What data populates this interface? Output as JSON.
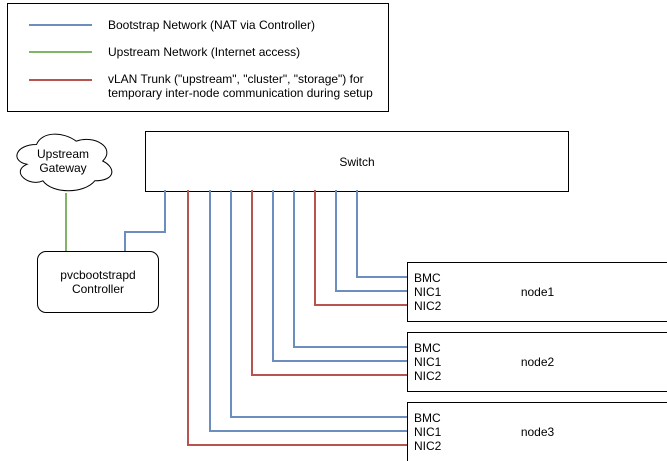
{
  "colors": {
    "bootstrap_blue": "#6c8ebf",
    "upstream_green": "#82b366",
    "trunk_red": "#b85450",
    "shape_border": "#000000",
    "shape_fill": "#ffffff",
    "text": "#000000"
  },
  "legend": {
    "items": [
      {
        "label": "Bootstrap Network (NAT via Controller)",
        "network": "bootstrap"
      },
      {
        "label": "Upstream Network (Internet access)",
        "network": "upstream"
      },
      {
        "label": "vLAN Trunk (\"upstream\", \"cluster\", \"storage\") for\ntemporary inter-node communication during setup",
        "network": "trunk"
      }
    ]
  },
  "gateway": {
    "label": "Upstream\nGateway"
  },
  "switch": {
    "label": "Switch"
  },
  "controller": {
    "label": "pvcbootstrapd\nController"
  },
  "nodes": [
    {
      "name": "node1",
      "ports": [
        "BMC",
        "NIC1",
        "NIC2"
      ]
    },
    {
      "name": "node2",
      "ports": [
        "BMC",
        "NIC1",
        "NIC2"
      ]
    },
    {
      "name": "node3",
      "ports": [
        "BMC",
        "NIC1",
        "NIC2"
      ]
    }
  ],
  "connections": [
    {
      "from": "Upstream Gateway",
      "to": "pvcbootstrapd Controller",
      "network": "upstream"
    },
    {
      "from": "Switch",
      "to": "pvcbootstrapd Controller",
      "network": "bootstrap"
    },
    {
      "from": "Switch",
      "to": "node1 BMC",
      "network": "bootstrap"
    },
    {
      "from": "Switch",
      "to": "node1 NIC1",
      "network": "bootstrap"
    },
    {
      "from": "Switch",
      "to": "node1 NIC2",
      "network": "trunk"
    },
    {
      "from": "Switch",
      "to": "node2 BMC",
      "network": "bootstrap"
    },
    {
      "from": "Switch",
      "to": "node2 NIC1",
      "network": "bootstrap"
    },
    {
      "from": "Switch",
      "to": "node2 NIC2",
      "network": "trunk"
    },
    {
      "from": "Switch",
      "to": "node3 BMC",
      "network": "bootstrap"
    },
    {
      "from": "Switch",
      "to": "node3 NIC1",
      "network": "bootstrap"
    },
    {
      "from": "Switch",
      "to": "node3 NIC2",
      "network": "trunk"
    }
  ]
}
